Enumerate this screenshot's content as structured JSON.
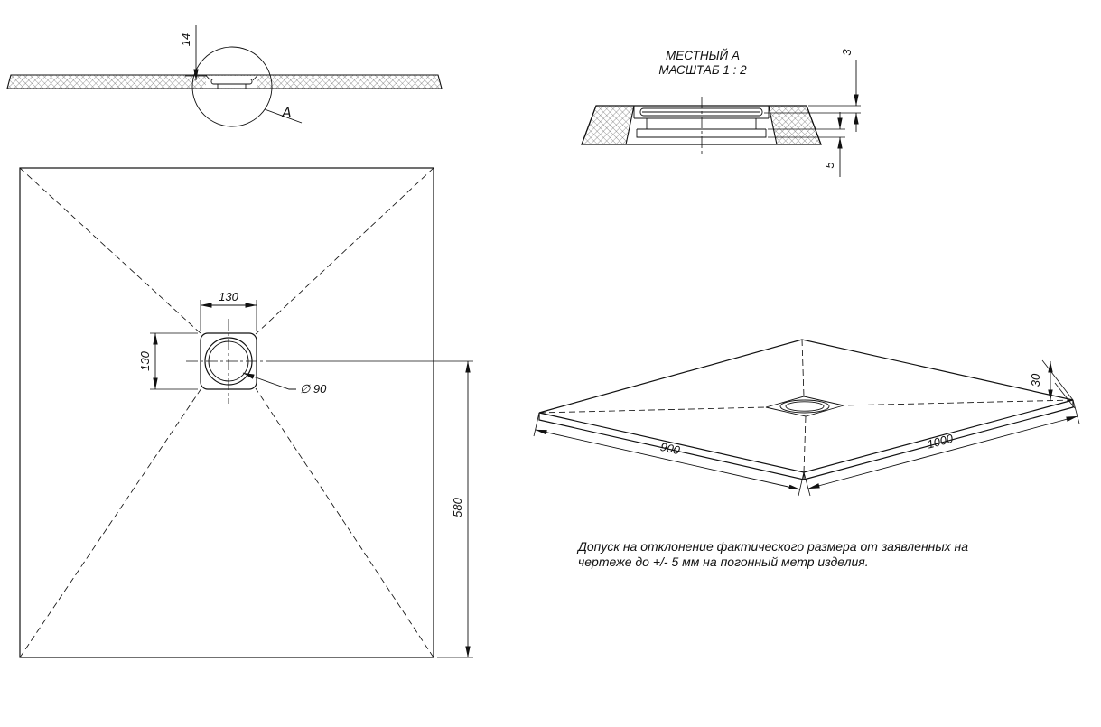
{
  "section": {
    "dim14": "14",
    "detail_label": "A"
  },
  "detail": {
    "title1": "МЕСТНЫЙ А",
    "title2": "МАСШТАБ 1 : 2",
    "dim3": "3",
    "dim5": "5"
  },
  "plan": {
    "dim_w": "130",
    "dim_h": "130",
    "dim_dia": "∅ 90",
    "dim_offset": "580"
  },
  "iso": {
    "dim_900": "900",
    "dim_1000": "1000",
    "dim_30": "30"
  },
  "note": {
    "line1": "Допуск на отклонение фактического размера от заявленных на",
    "line2": "чертеже до +/- 5 мм на погонный метр изделия."
  },
  "colors": {
    "line": "#111111",
    "background": "#ffffff"
  }
}
